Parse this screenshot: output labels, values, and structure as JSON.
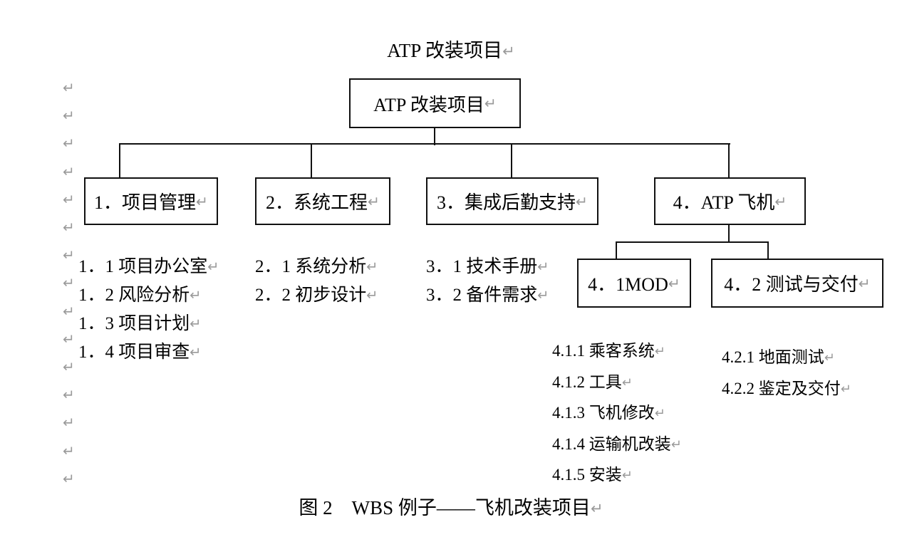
{
  "document": {
    "heading": "ATP 改装项目",
    "caption": "图 2　WBS 例子——飞机改装项目",
    "return_mark": "↵",
    "paragraph_mark_count": 15
  },
  "colors": {
    "line": "#111111",
    "text": "#000000",
    "paragraph_mark": "#9a9a9a",
    "background": "#ffffff"
  },
  "chart_data": {
    "type": "diagram",
    "subtype": "work-breakdown-structure",
    "title": "ATP 改装项目",
    "caption": "图 2　WBS 例子——飞机改装项目"
  },
  "tree": {
    "root": {
      "label": "ATP 改装项目"
    },
    "level2": [
      {
        "label": "1．项目管理"
      },
      {
        "label": "2．系统工程"
      },
      {
        "label": "3．集成后勤支持"
      },
      {
        "label": "4．ATP 飞机"
      }
    ],
    "level3_boxes": [
      {
        "label": "4．1MOD"
      },
      {
        "label": "4．2 测试与交付"
      }
    ]
  },
  "leaves": {
    "col1": [
      "1．1 项目办公室",
      "1．2 风险分析",
      "1．3 项目计划",
      "1．4 项目审查"
    ],
    "col2": [
      "2．1 系统分析",
      "2．2 初步设计"
    ],
    "col3": [
      "3．1 技术手册",
      "3．2 备件需求"
    ],
    "col4": [
      "4.1.1 乘客系统",
      "4.1.2 工具",
      "4.1.3 飞机修改",
      "4.1.4 运输机改装",
      "4.1.5 安装"
    ],
    "col5": [
      "4.2.1 地面测试",
      "4.2.2 鉴定及交付"
    ]
  }
}
